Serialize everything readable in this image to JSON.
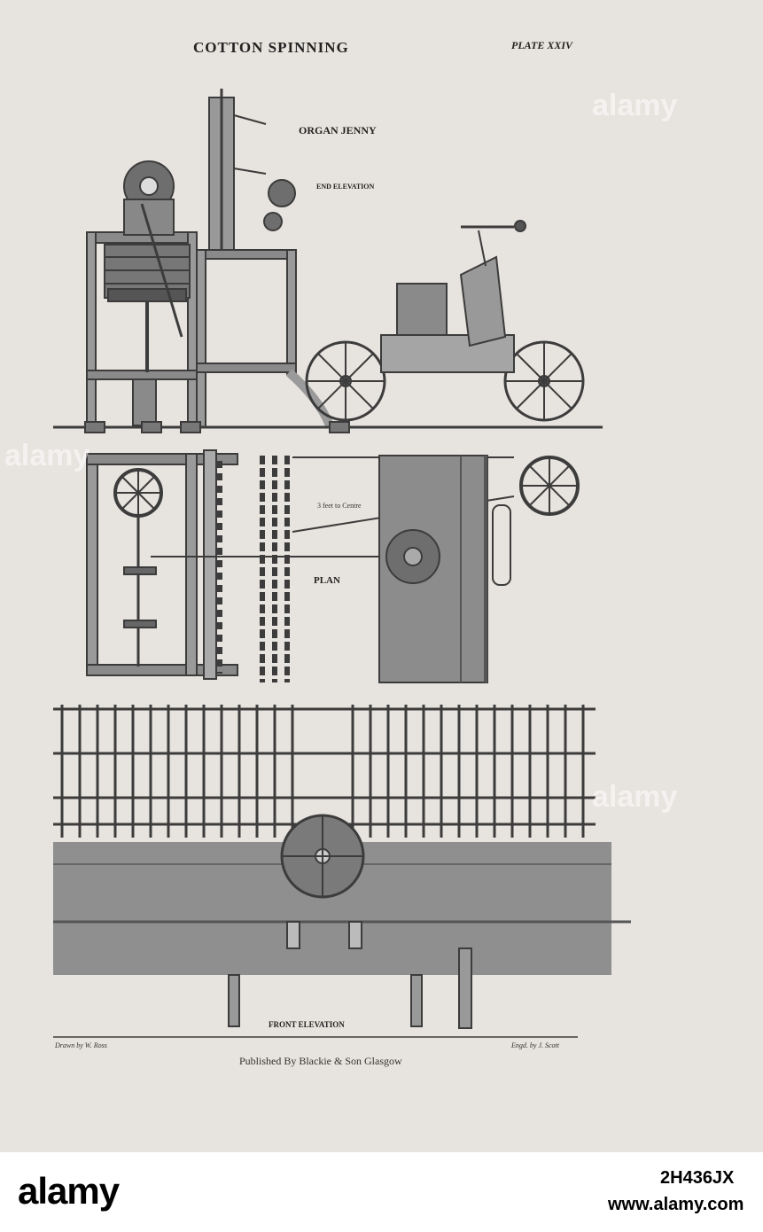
{
  "header": {
    "title": "COTTON SPINNING",
    "plate": "PLATE XXIV"
  },
  "figures": {
    "main_title": "ORGAN JENNY",
    "end_elevation": "END ELEVATION",
    "plan": "PLAN",
    "front_elevation": "FRONT ELEVATION",
    "plan_note": "3 feet to Centre"
  },
  "credits": {
    "drawn_by": "Drawn by W. Ross",
    "engraved_by": "Engd. by J. Scott",
    "publisher": "Published By Blackie & Son Glasgow"
  },
  "watermark": {
    "text": "alamy"
  },
  "footer": {
    "logo": "alamy",
    "image_id": "2H436JX",
    "site": "www.alamy.com"
  },
  "colors": {
    "paper": "#e7e3de",
    "ink": "#3c3c3c",
    "footer_bg": "#ffffff"
  }
}
